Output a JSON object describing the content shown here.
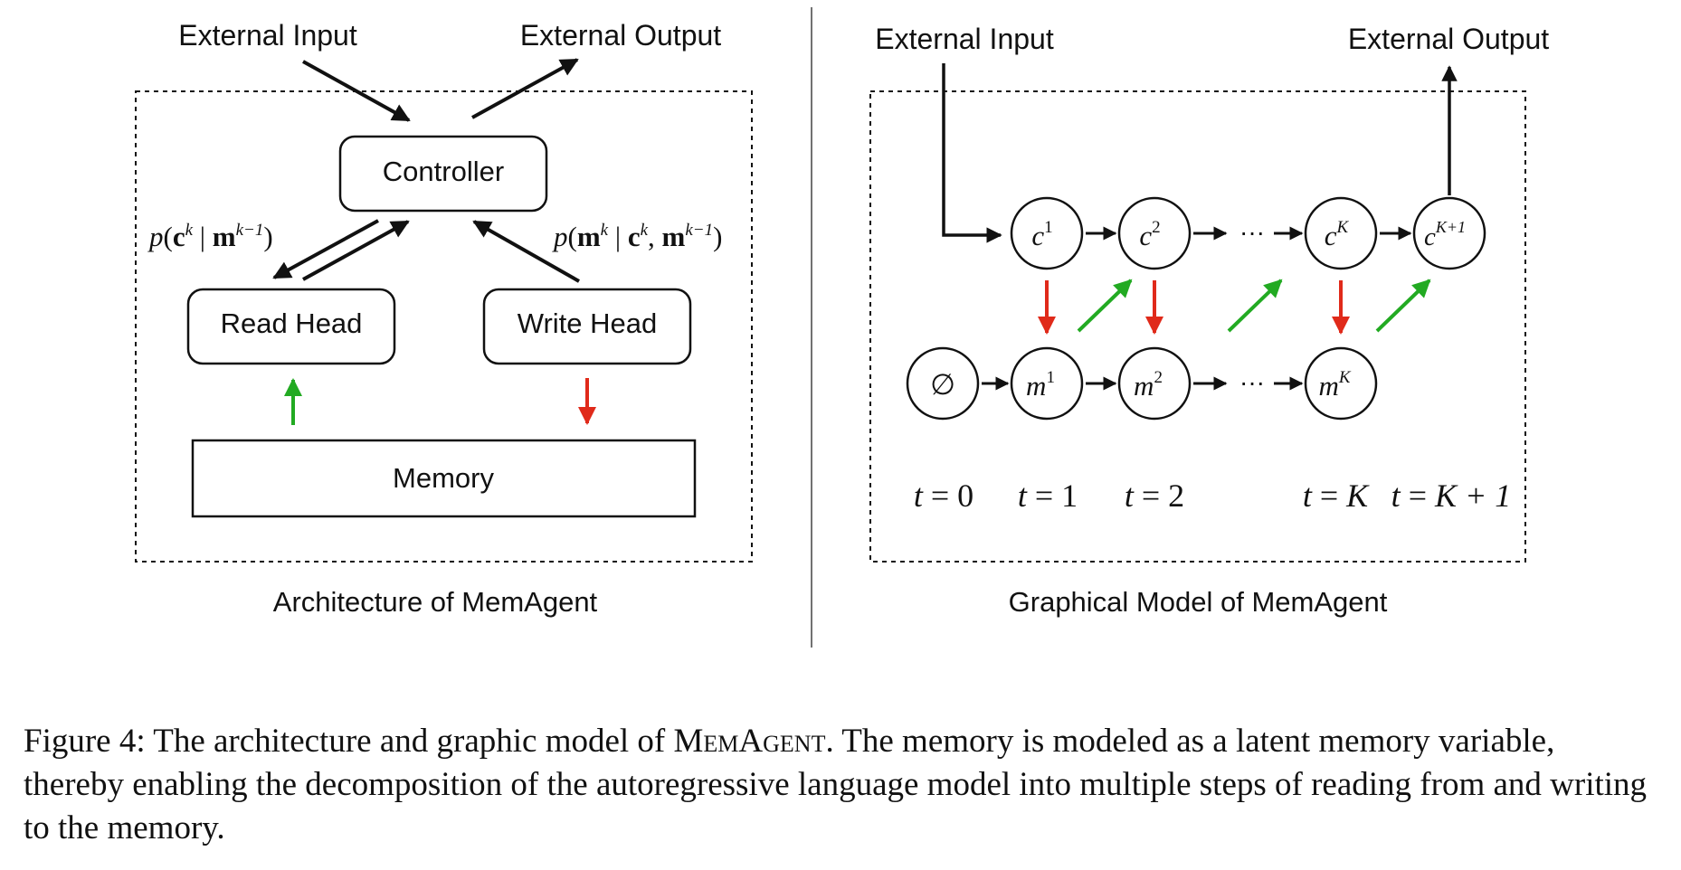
{
  "left": {
    "external_input": "External Input",
    "external_output": "External Output",
    "controller": "Controller",
    "read_head": "Read Head",
    "write_head": "Write Head",
    "memory": "Memory",
    "read_prob": {
      "p": "p",
      "open": "(",
      "c": "c",
      "c_sup": "k",
      "bar": " | ",
      "m": "m",
      "m_sup": "k−1",
      "close": ")"
    },
    "write_prob": {
      "p": "p",
      "open": "(",
      "m": "m",
      "m_sup": "k",
      "bar": " | ",
      "c": "c",
      "c_sup": "k",
      "comma": ", ",
      "m2": "m",
      "m2_sup": "k−1",
      "close": ")"
    },
    "title": "Architecture of MemAgent"
  },
  "right": {
    "external_input": "External Input",
    "external_output": "External Output",
    "nodes_c": [
      {
        "base": "c",
        "sup": "1"
      },
      {
        "base": "c",
        "sup": "2"
      },
      {
        "base": "c",
        "sup": "K"
      },
      {
        "base": "c",
        "sup": "K+1"
      }
    ],
    "nodes_m": [
      {
        "base": "m",
        "sup": "1"
      },
      {
        "base": "m",
        "sup": "2"
      },
      {
        "base": "m",
        "sup": "K"
      }
    ],
    "empty_node": "∅",
    "ellipsis": "···",
    "time_labels": [
      {
        "t": "t",
        "eq": " = ",
        "v": "0"
      },
      {
        "t": "t",
        "eq": " = ",
        "v": "1"
      },
      {
        "t": "t",
        "eq": " = ",
        "v": "2"
      },
      {
        "t": "t",
        "eq": " = ",
        "v": "K"
      },
      {
        "t": "t",
        "eq": " = ",
        "v": "K + 1"
      }
    ],
    "title": "Graphical Model of MemAgent"
  },
  "caption": {
    "prefix": "Figure 4: The architecture and graphic model of ",
    "name": "MemAgent",
    "suffix": ". The memory is modeled as a latent memory variable, thereby enabling the decomposition of the autoregressive language model into multiple steps of reading from and writing to the memory."
  },
  "colors": {
    "read_arrow": "#22aa22",
    "write_arrow": "#e02a1a",
    "line": "#111111"
  }
}
